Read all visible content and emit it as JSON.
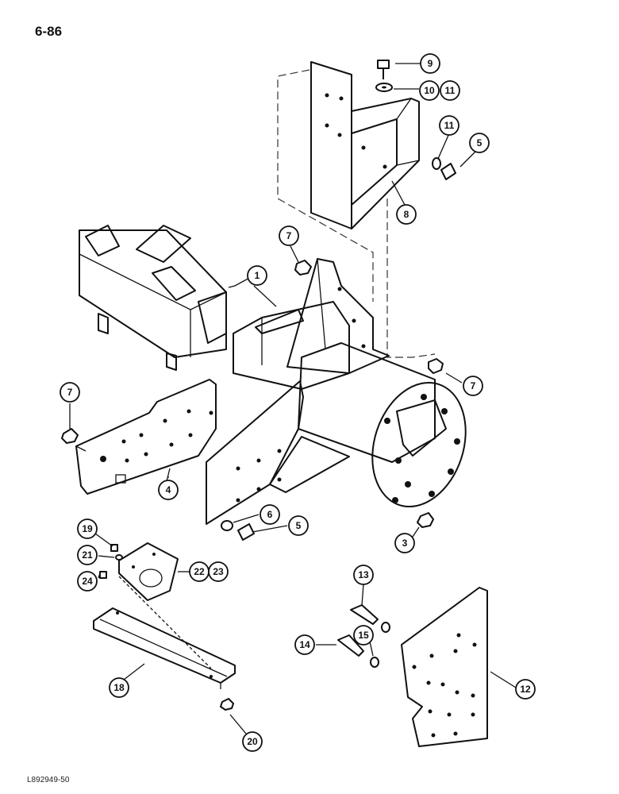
{
  "page": {
    "number": "6-86",
    "reference": "L892949-50"
  },
  "callouts": [
    {
      "id": "c1",
      "label": "1"
    },
    {
      "id": "c3",
      "label": "3"
    },
    {
      "id": "c4",
      "label": "4"
    },
    {
      "id": "c5a",
      "label": "5"
    },
    {
      "id": "c5b",
      "label": "5"
    },
    {
      "id": "c6",
      "label": "6"
    },
    {
      "id": "c7a",
      "label": "7"
    },
    {
      "id": "c7b",
      "label": "7"
    },
    {
      "id": "c7c",
      "label": "7"
    },
    {
      "id": "c8",
      "label": "8"
    },
    {
      "id": "c9",
      "label": "9"
    },
    {
      "id": "c10",
      "label": "10"
    },
    {
      "id": "c11a",
      "label": "11"
    },
    {
      "id": "c11b",
      "label": "11"
    },
    {
      "id": "c12",
      "label": "12"
    },
    {
      "id": "c13",
      "label": "13"
    },
    {
      "id": "c14",
      "label": "14"
    },
    {
      "id": "c15",
      "label": "15"
    },
    {
      "id": "c18",
      "label": "18"
    },
    {
      "id": "c19",
      "label": "19"
    },
    {
      "id": "c20",
      "label": "20"
    },
    {
      "id": "c21",
      "label": "21"
    },
    {
      "id": "c22",
      "label": "22"
    },
    {
      "id": "c23",
      "label": "23"
    },
    {
      "id": "c24",
      "label": "24"
    }
  ]
}
